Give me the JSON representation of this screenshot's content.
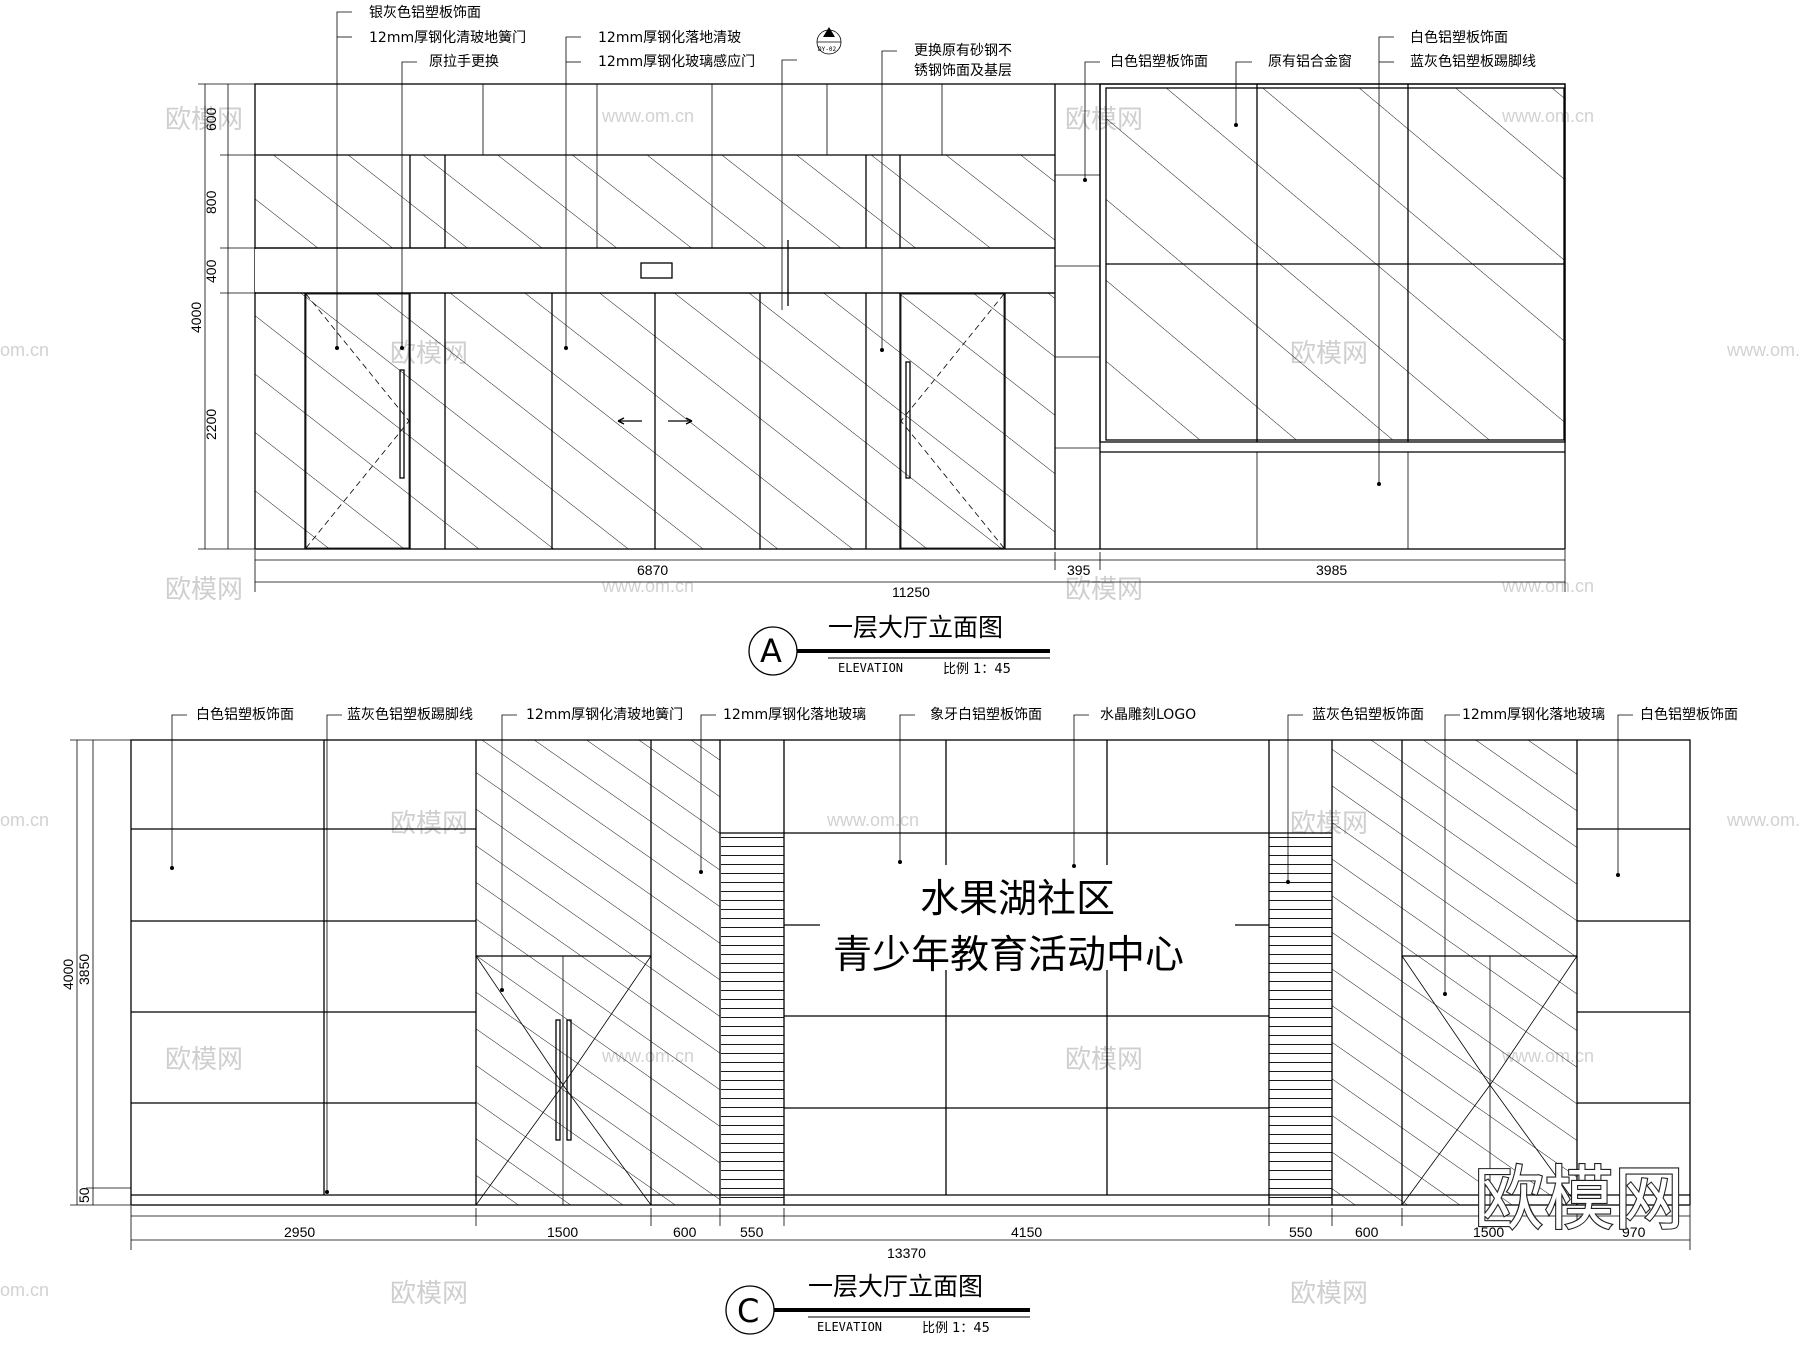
{
  "elevation_a": {
    "annotations": [
      "银灰色铝塑板饰面",
      "12mm厚钢化清玻地簧门",
      "原拉手更换",
      "12mm厚钢化落地清玻",
      "12mm厚钢化玻璃感应门",
      "更换原有砂钢不",
      "锈钢饰面及基层",
      "白色铝塑板饰面",
      "原有铝合金窗",
      "白色铝塑板饰面",
      "蓝灰色铝塑板踢脚线"
    ],
    "section_marker": "DY-02",
    "vertical_dims": [
      "600",
      "800",
      "400",
      "2200",
      "4000"
    ],
    "horizontal_dims": [
      "6870",
      "395",
      "3985",
      "11250"
    ],
    "title": {
      "letter": "A",
      "name": "一层大厅立面图",
      "subtitle": "ELEVATION",
      "scale": "比例 1：45"
    }
  },
  "elevation_c": {
    "annotations": [
      "白色铝塑板饰面",
      "蓝灰色铝塑板踢脚线",
      "12mm厚钢化清玻地簧门",
      "12mm厚钢化落地玻璃",
      "象牙白铝塑板饰面",
      "水晶雕刻LOGO",
      "蓝灰色铝塑板饰面",
      "12mm厚钢化落地玻璃",
      "白色铝塑板饰面"
    ],
    "logo_line1": "水果湖社区",
    "logo_line2": "青少年教育活动中心",
    "vertical_dims": [
      "4000",
      "3850",
      "50"
    ],
    "horizontal_dims": [
      "2950",
      "1500",
      "600",
      "550",
      "4150",
      "550",
      "600",
      "1500",
      "970",
      "13370"
    ],
    "title": {
      "letter": "C",
      "name": "一层大厅立面图",
      "subtitle": "ELEVATION",
      "scale": "比例 1：45"
    }
  },
  "watermark": {
    "brand": "欧模网",
    "url": "www.om.cn",
    "url_partial": "om.cn"
  }
}
